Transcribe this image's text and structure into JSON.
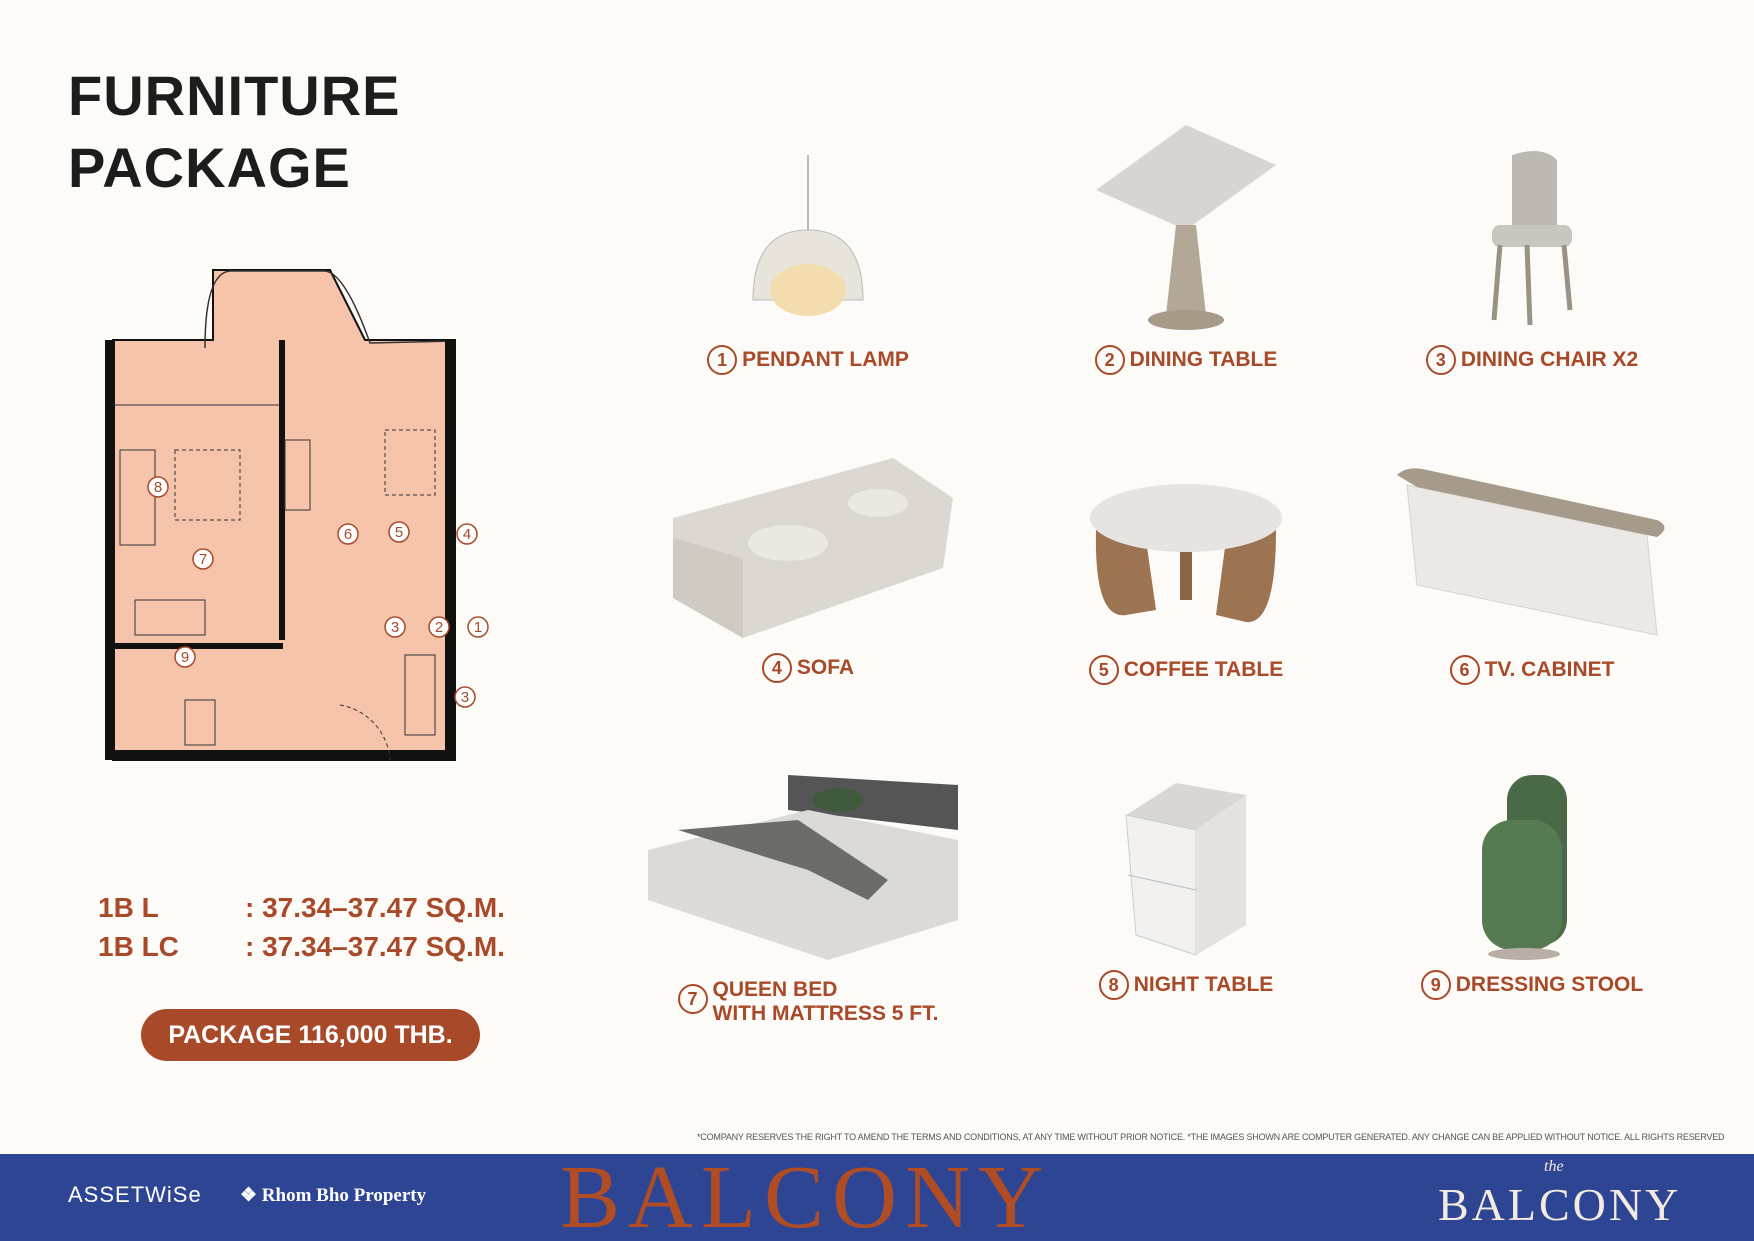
{
  "title": {
    "line1": "FURNITURE",
    "line2": "PACKAGE"
  },
  "plan": {
    "markers": [
      "8",
      "7",
      "6",
      "5",
      "4",
      "3",
      "2",
      "1",
      "3",
      "9"
    ]
  },
  "areas": [
    {
      "unit": "1B L",
      "size": ": 37.34–37.47 SQ.M."
    },
    {
      "unit": "1B LC",
      "size": ": 37.34–37.47 SQ.M."
    }
  ],
  "package_label": "PACKAGE 116,000 THB.",
  "items": [
    {
      "num": "1",
      "name": "PENDANT LAMP"
    },
    {
      "num": "2",
      "name": "DINING TABLE"
    },
    {
      "num": "3",
      "name": "DINING CHAIR X2"
    },
    {
      "num": "4",
      "name": "SOFA"
    },
    {
      "num": "5",
      "name": "COFFEE TABLE"
    },
    {
      "num": "6",
      "name": "TV. CABINET"
    },
    {
      "num": "7",
      "name": "QUEEN BED",
      "name2": "WITH MATTRESS 5 FT."
    },
    {
      "num": "8",
      "name": "NIGHT TABLE"
    },
    {
      "num": "9",
      "name": "DRESSING STOOL"
    }
  ],
  "disclaimer": "*COMPANY RESERVES THE RIGHT TO AMEND THE TERMS AND CONDITIONS, AT ANY TIME WITHOUT PRIOR NOTICE.  *THE IMAGES SHOWN ARE COMPUTER GENERATED. ANY CHANGE CAN BE APPLIED WITHOUT NOTICE. ALL RIGHTS RESERVED",
  "footer": {
    "bg_word": "BALCONY",
    "brand1": "ASSETWiSe",
    "brand2": "Rhom Bho Property",
    "logo_the": "the",
    "logo_name": "BALCONY"
  },
  "colors": {
    "accent": "#a84a2a",
    "footer": "#2e4594",
    "plan_fill": "#f6c3ab"
  }
}
